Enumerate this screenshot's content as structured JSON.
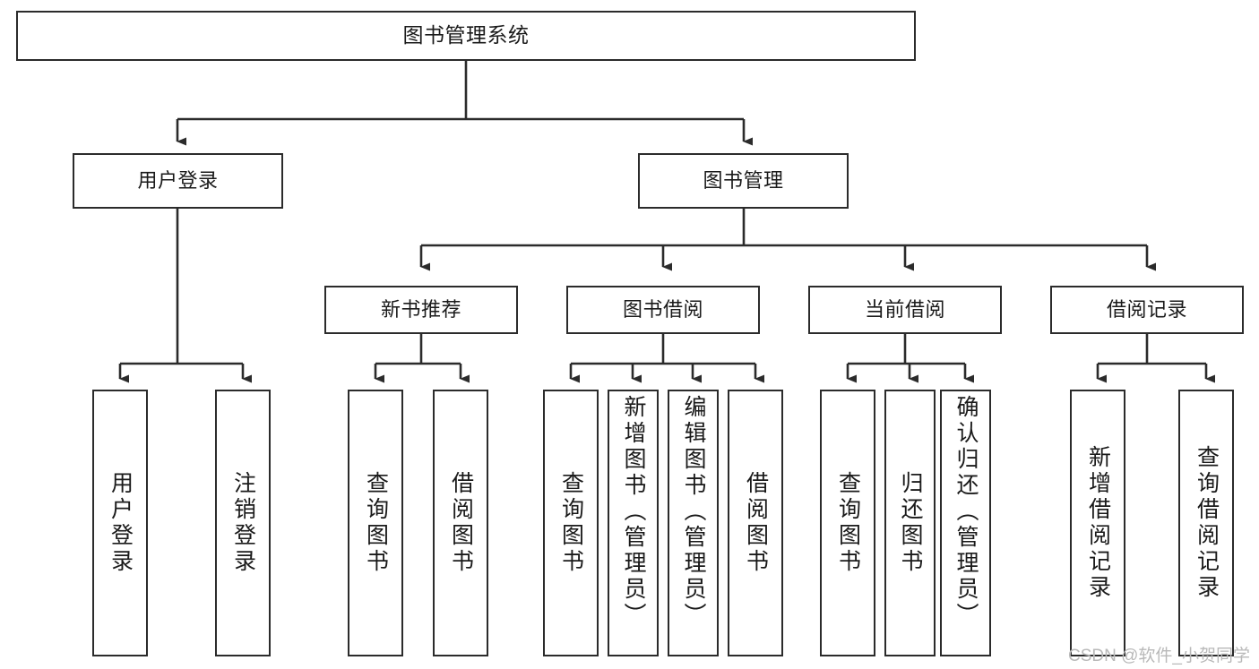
{
  "diagram": {
    "type": "tree",
    "title": "图书管理系统",
    "levels": 4,
    "root": {
      "label": "图书管理系统"
    },
    "level1": [
      {
        "label": "用户登录"
      },
      {
        "label": "图书管理"
      }
    ],
    "level2": [
      {
        "label": "新书推荐"
      },
      {
        "label": "图书借阅"
      },
      {
        "label": "当前借阅"
      },
      {
        "label": "借阅记录"
      }
    ],
    "leaves": [
      {
        "label": "用户登录"
      },
      {
        "label": "注销登录"
      },
      {
        "label": "查询图书"
      },
      {
        "label": "借阅图书"
      },
      {
        "label": "查询图书"
      },
      {
        "label": "新增图书（管理员）"
      },
      {
        "label": "编辑图书（管理员）"
      },
      {
        "label": "借阅图书"
      },
      {
        "label": "查询图书"
      },
      {
        "label": "归还图书"
      },
      {
        "label": "确认归还（管理员）"
      },
      {
        "label": "新增借阅记录"
      },
      {
        "label": "查询借阅记录"
      }
    ]
  },
  "watermark": {
    "text": "CSDN @软件_小贺同学"
  },
  "colors": {
    "stroke": "#2b2b2b",
    "fill": "#ffffff",
    "text": "#1a1a1a",
    "watermark": "#b9b9b9"
  }
}
